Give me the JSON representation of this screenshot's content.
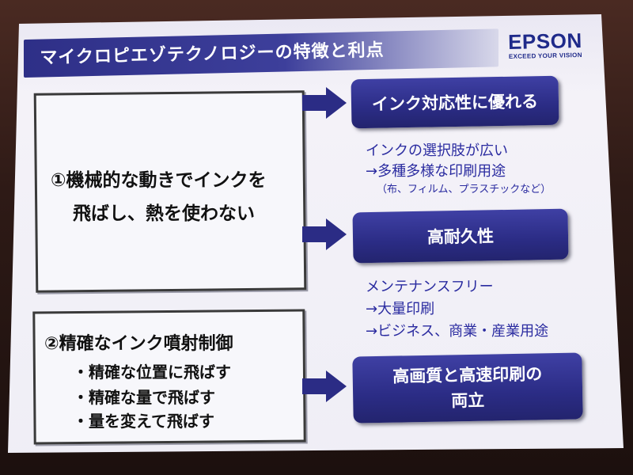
{
  "slide": {
    "title": "マイクロピエゾテクノロジーの特徴と利点",
    "logo": {
      "word": "EPSON",
      "tagline": "EXCEED YOUR VISION"
    },
    "left_boxes": [
      {
        "lines": [
          "①機械的な動きでインクを",
          "飛ばし、熱を使わない"
        ]
      },
      {
        "lines": [
          "②精確なインク噴射制御",
          "・精確な位置に飛ばす",
          "・精確な量で飛ばす",
          "・量を変えて飛ばす"
        ]
      }
    ],
    "benefits": [
      {
        "label": "インク対応性に優れる",
        "details": [
          "インクの選択肢が広い",
          "→多種多様な印刷用途",
          "（布、フィルム、プラスチックなど）"
        ]
      },
      {
        "label": "高耐久性",
        "details": [
          "メンテナンスフリー",
          "→大量印刷",
          "→ビジネス、商業・産業用途"
        ]
      },
      {
        "label_lines": [
          "高画質と高速印刷の",
          "両立"
        ]
      }
    ],
    "colors": {
      "title_bar": "#2e2f87",
      "benefit_box": "#2b2c85",
      "detail_text": "#2a2ba0",
      "arrow": "#2b2c85"
    }
  }
}
